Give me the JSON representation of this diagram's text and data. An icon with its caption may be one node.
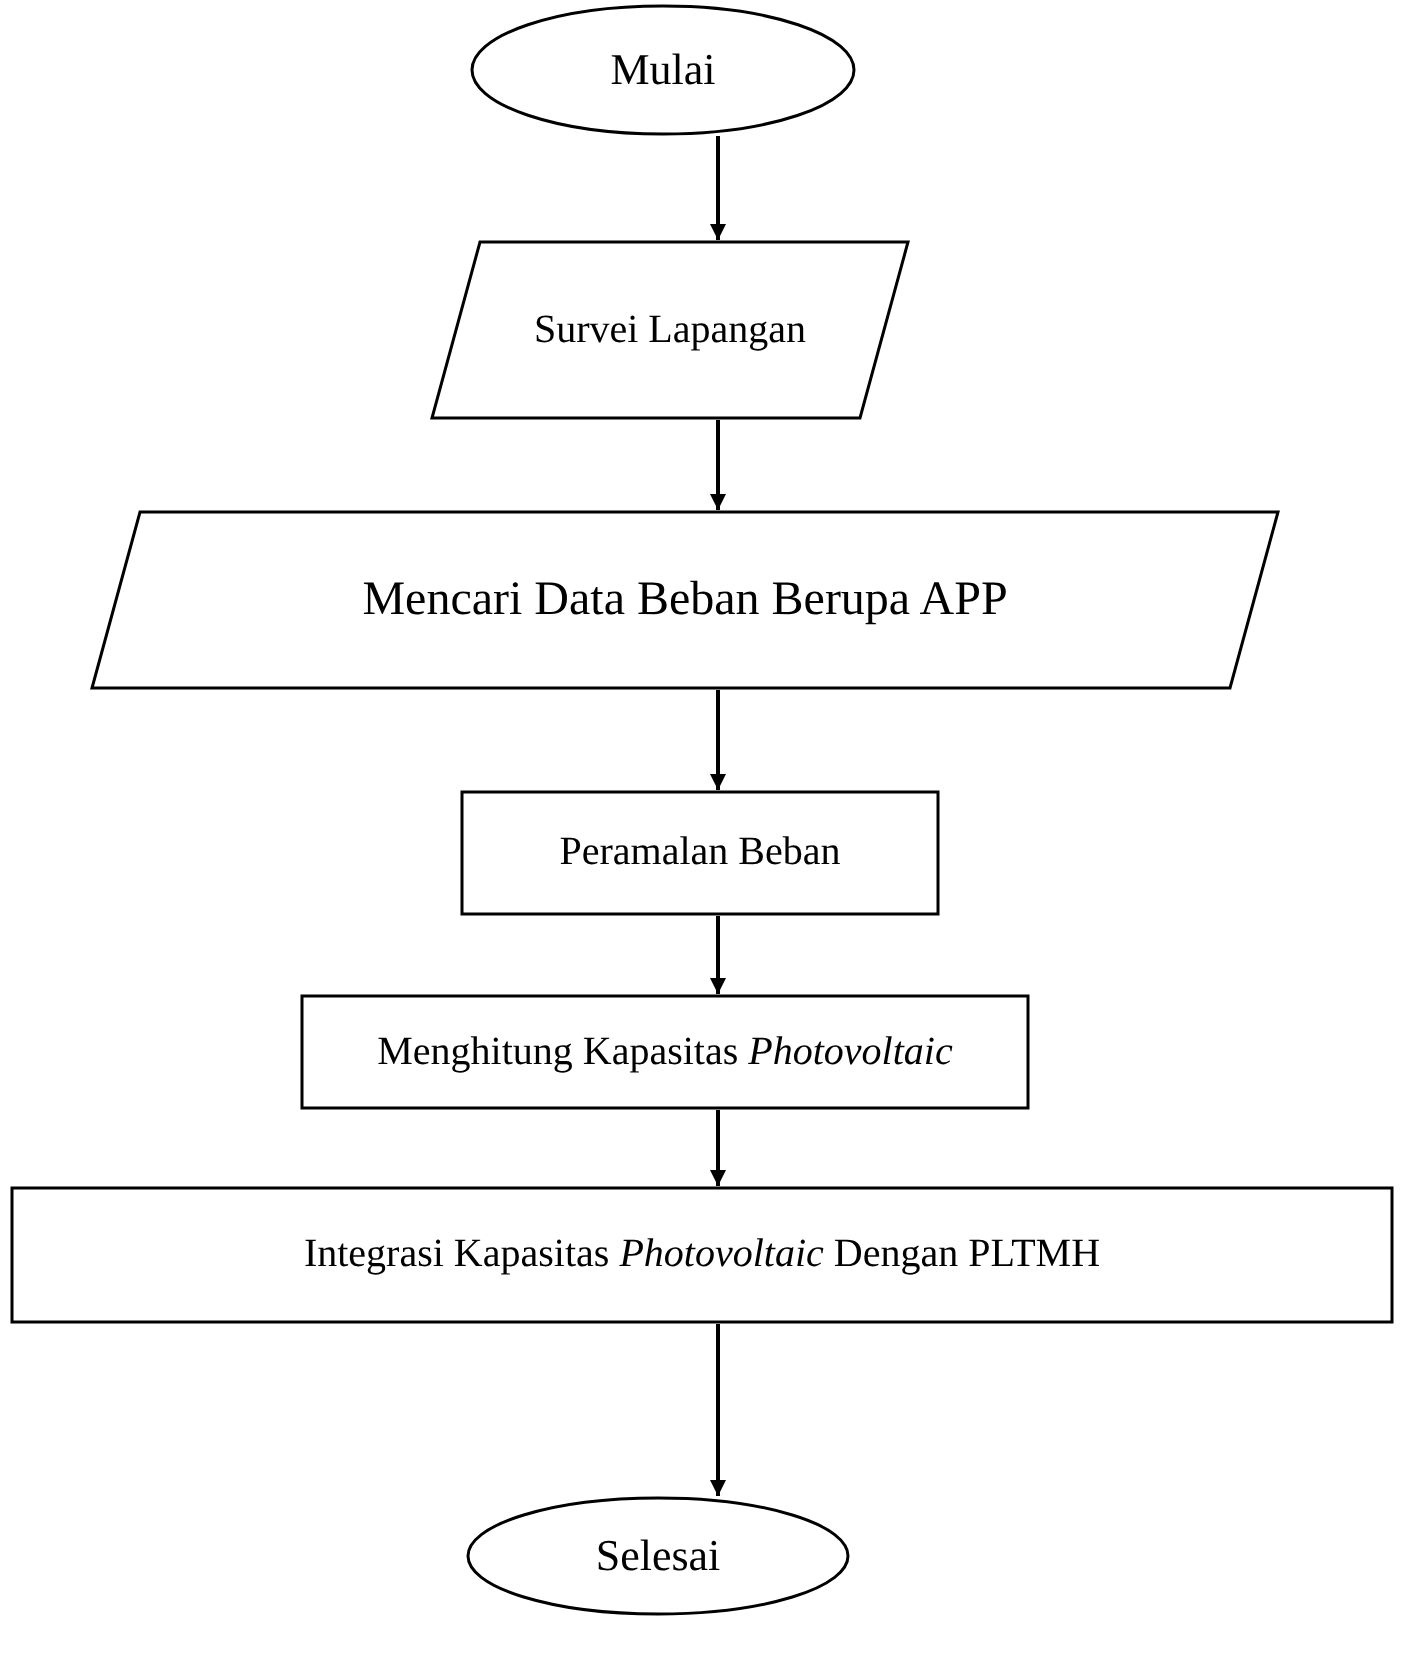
{
  "diagram": {
    "nodes": [
      {
        "text": [
          "Mulai"
        ]
      },
      {
        "text": [
          "Survei Lapangan"
        ]
      },
      {
        "text": [
          "Mencari Data Beban Berupa APP"
        ]
      },
      {
        "text": [
          "Peramalan Beban"
        ]
      },
      {
        "text": [
          "Menghitung Kapasitas *Photovoltaic*"
        ]
      },
      {
        "text": [
          "Integrasi Kapasitas *Photovoltaic* Dengan PLTMH"
        ]
      },
      {
        "text": [
          "Selesai"
        ]
      }
    ],
    "edges": [
      {
        "from": 0,
        "to": 1,
        "arrow": "to"
      },
      {
        "from": 1,
        "to": 2,
        "arrow": "to"
      },
      {
        "from": 2,
        "to": 3,
        "arrow": "to"
      },
      {
        "from": 3,
        "to": 4,
        "arrow": "to"
      },
      {
        "from": 4,
        "to": 5,
        "arrow": "to"
      },
      {
        "from": 5,
        "to": 6,
        "arrow": "to"
      }
    ]
  }
}
